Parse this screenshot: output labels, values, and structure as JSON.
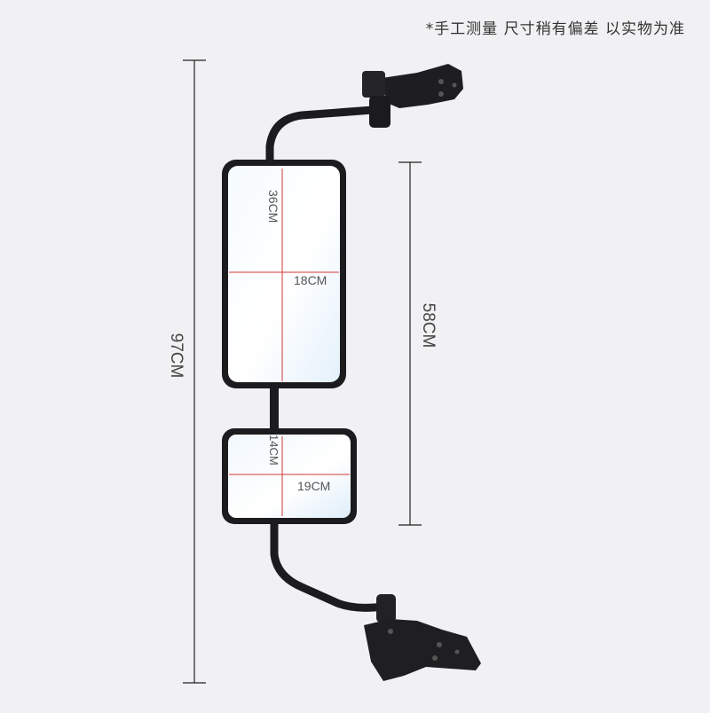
{
  "note": "*手工测量 尺寸稍有偏差 以实物为准",
  "dimensions": {
    "total_height": "97CM",
    "mirror_span": "58CM",
    "upper_height": "36CM",
    "upper_width": "18CM",
    "lower_height": "14CM",
    "lower_width": "19CM"
  },
  "colors": {
    "background": "#f1f1f3",
    "frame": "#1c1c1e",
    "measure_line": "#d33a3a",
    "dimension_line": "#222222"
  }
}
